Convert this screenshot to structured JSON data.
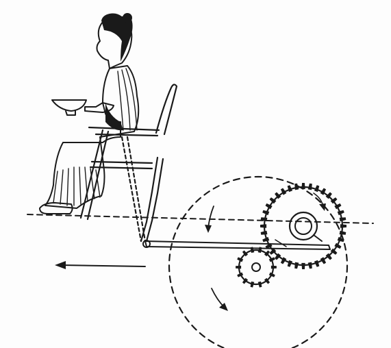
{
  "figure": {
    "colors": {
      "ink": "#1a1a1a",
      "paper": "#fdfdfd"
    },
    "elements": [
      "seated-woman",
      "chair",
      "linkage-rod",
      "large-gear",
      "small-gear",
      "drive-wheel",
      "ground-line",
      "motion-arrow"
    ]
  }
}
